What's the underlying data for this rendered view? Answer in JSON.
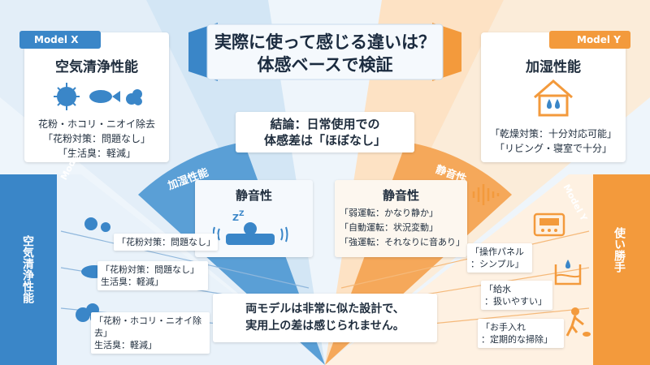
{
  "title": {
    "line1": "実際に使って感じる違いは？",
    "line2": "体感ベースで検証"
  },
  "model_x": {
    "tag": "Model X",
    "heading": "空気清浄性能",
    "lines": [
      "花粉・ホコリ・ニオイ除去",
      "「花粉対策：問題なし」",
      "「生活臭：軽減」"
    ],
    "side_tag": "Model X",
    "side_label": "空気清浄性能",
    "rows": [
      {
        "text": "「花粉対策：問題なし」"
      },
      {
        "text": "「花粉対策：問題なし」\n生活臭：軽減」"
      },
      {
        "text": "「花粉・ホコリ・ニオイ除去」\n生活臭：軽減」"
      }
    ]
  },
  "model_y": {
    "tag": "Model Y",
    "heading": "加湿性能",
    "lines": [
      "「乾燥対策：十分対応可能」",
      "「リビング・寝室で十分」"
    ],
    "side_tag": "Model Y",
    "side_label": "使い勝手",
    "rows": [
      {
        "text": "「操作パネル\n：シンプル」"
      },
      {
        "text": "「給水\n：扱いやすい」"
      },
      {
        "text": "「お手入れ\n：定期的な掃除」"
      }
    ]
  },
  "conclusion": {
    "line1": "結論：日常使用での",
    "line2": "体感差は「ほぼなし」"
  },
  "left_fan_label": "加湿性能",
  "right_fan_label": "静音性",
  "quiet_left": {
    "heading": "静音性"
  },
  "quiet_right": {
    "heading": "静音性",
    "lines": [
      "「弱運転：かなり静か」",
      "「自動運転：状況変動」",
      "「強運転：それなりに音あり」"
    ]
  },
  "bottom": {
    "line1": "両モデルは非常に似た設計で、",
    "line2": "実用上の差は感じられません。"
  },
  "colors": {
    "blue": "#3a86c8",
    "orange": "#f39a3c",
    "pale_blue": "#d6e8f6",
    "pale_orange": "#fbe3c8"
  }
}
